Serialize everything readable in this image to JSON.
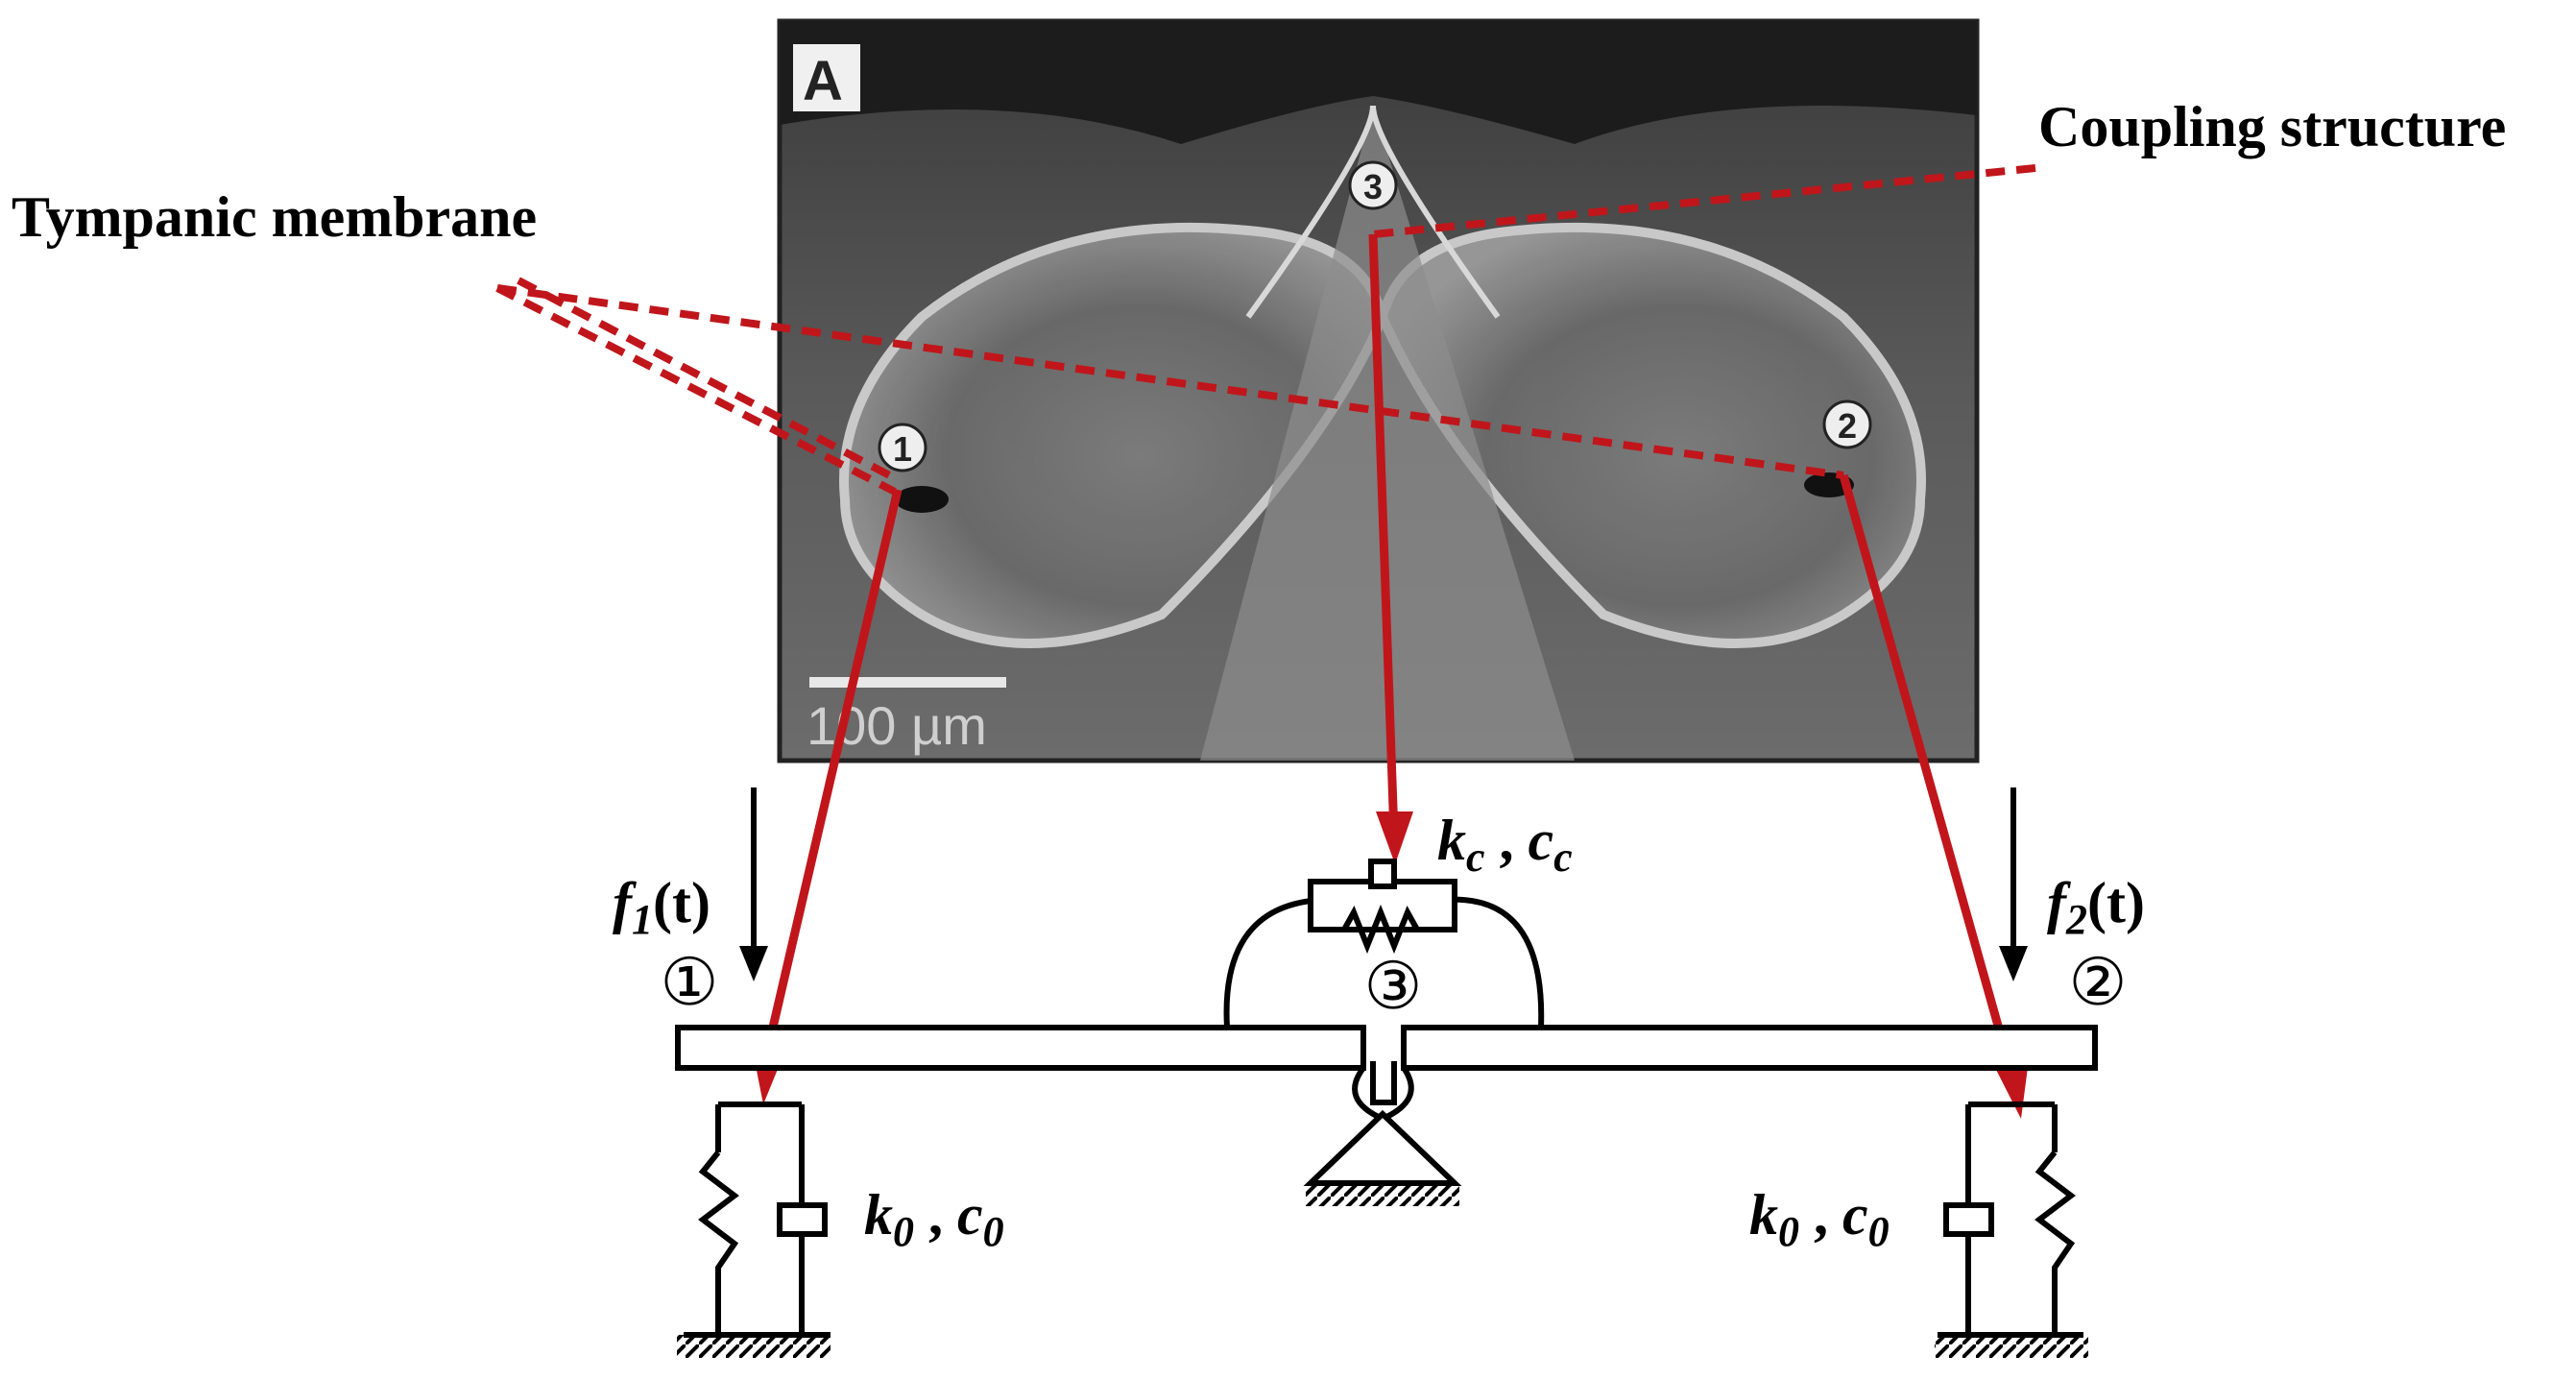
{
  "labels": {
    "tympanic": "Tympanic membrane",
    "coupling": "Coupling structure"
  },
  "micrograph": {
    "panel_letter": "A",
    "scale_bar": "100 µm",
    "markers": [
      "1",
      "2",
      "3"
    ]
  },
  "model": {
    "force_left": {
      "base": "f",
      "sub": "1",
      "arg": "(t)"
    },
    "force_right": {
      "base": "f",
      "sub": "2",
      "arg": "(t)"
    },
    "node_left": "①",
    "node_right": "②",
    "node_center": "③",
    "coupling_params": {
      "k": "k",
      "k_sub": "c",
      "sep": " , ",
      "c": "c",
      "c_sub": "c"
    },
    "support_params_left": {
      "k": "k",
      "k_sub": "0",
      "sep": " , ",
      "c": "c",
      "c_sub": "0"
    },
    "support_params_right": {
      "k": "k",
      "k_sub": "0",
      "sep": " , ",
      "c": "c",
      "c_sub": "0"
    }
  },
  "colors": {
    "annotation_red": "#c0161b",
    "line_black": "#000000"
  }
}
